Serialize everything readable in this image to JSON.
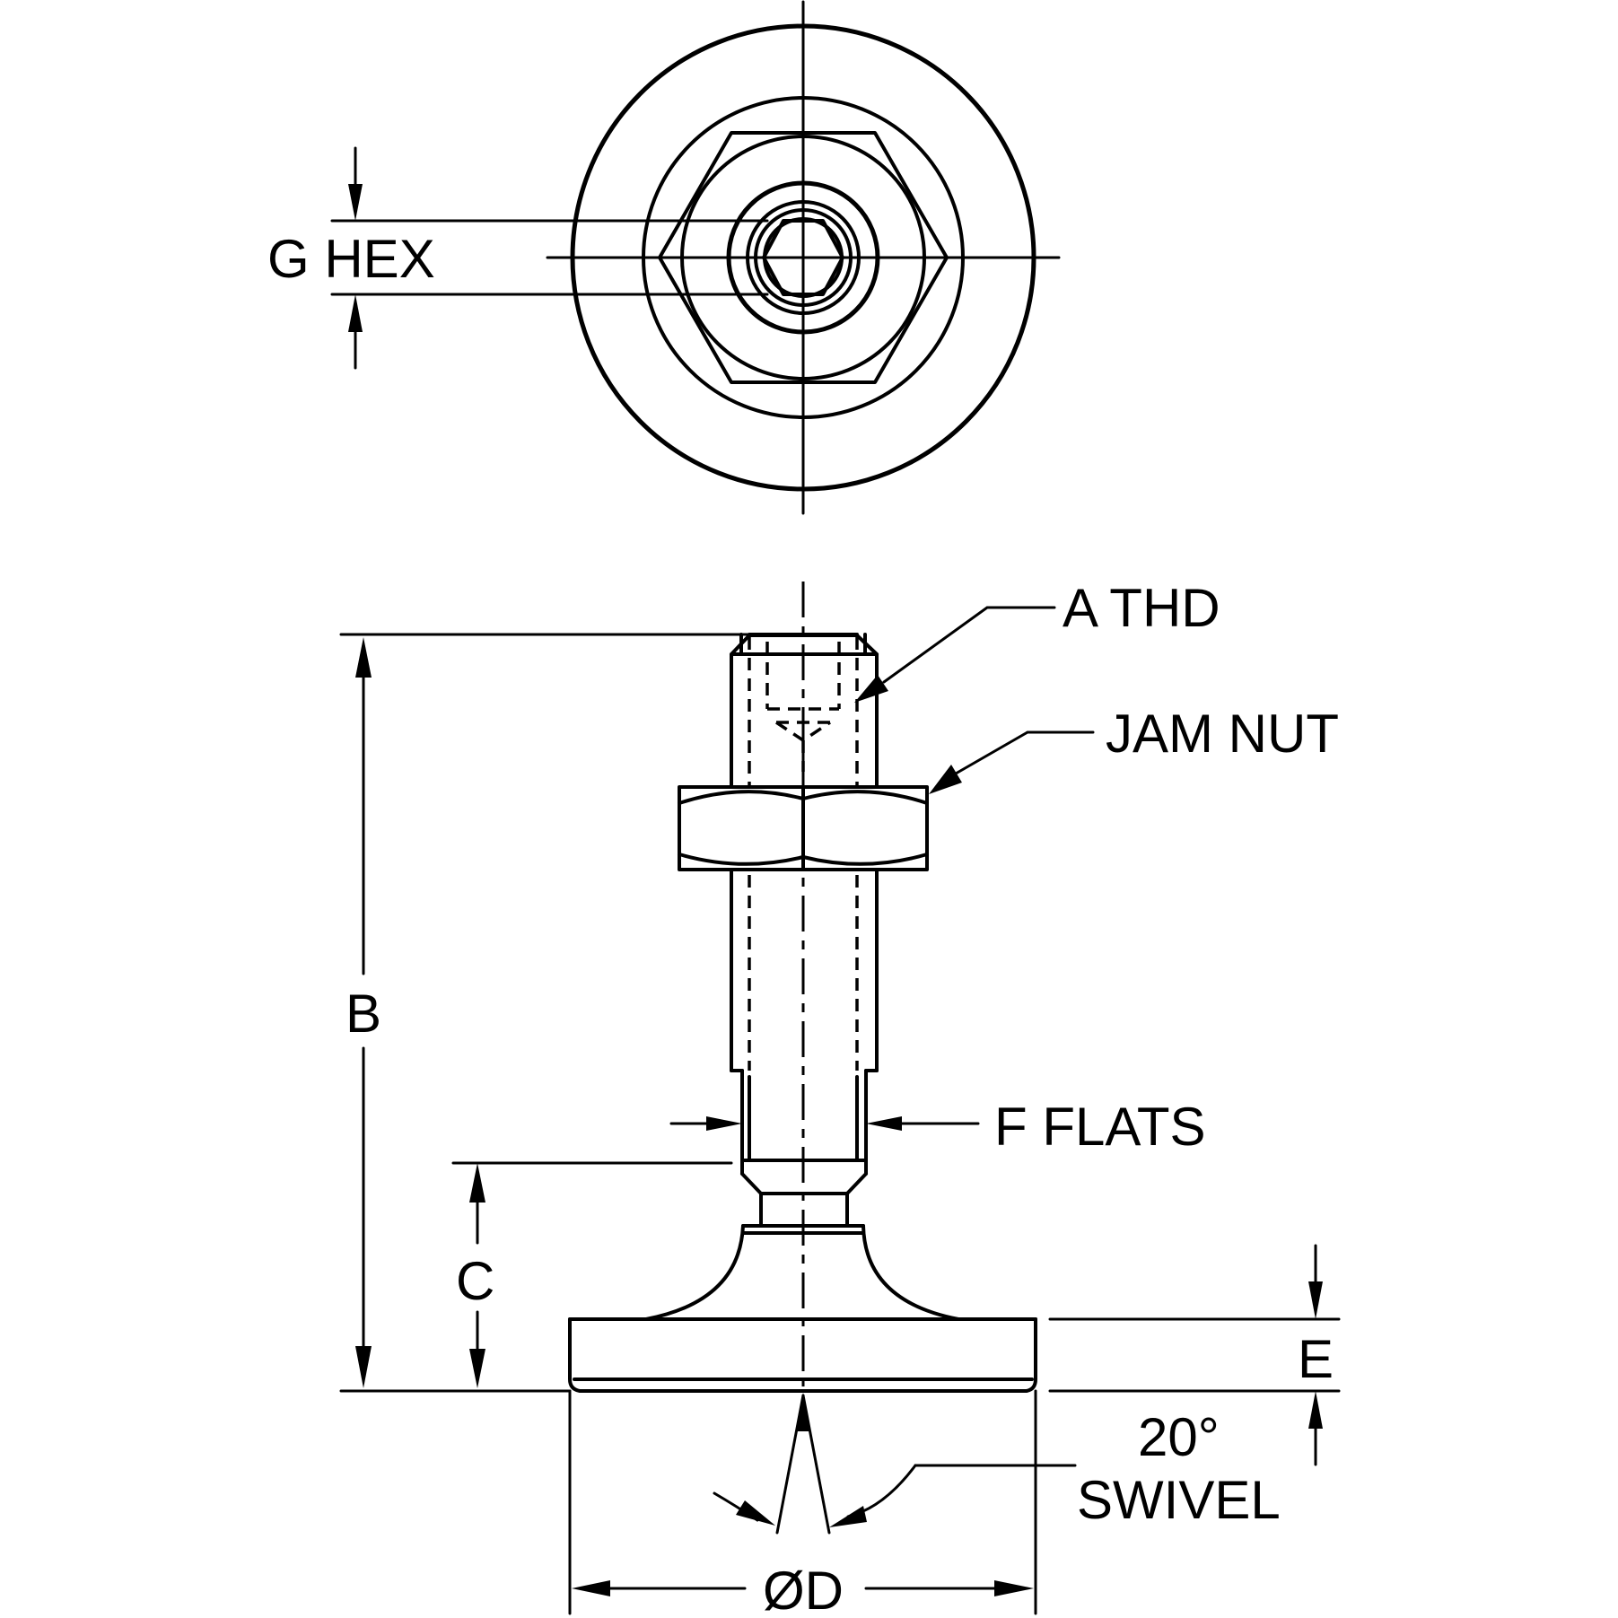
{
  "labels": {
    "g_hex": "G HEX",
    "a_thd": "A THD",
    "jam_nut": "JAM NUT",
    "b": "B",
    "f_flats": "F FLATS",
    "c": "C",
    "e": "E",
    "swivel_angle": "20°",
    "swivel": "SWIVEL",
    "d": "ØD"
  }
}
